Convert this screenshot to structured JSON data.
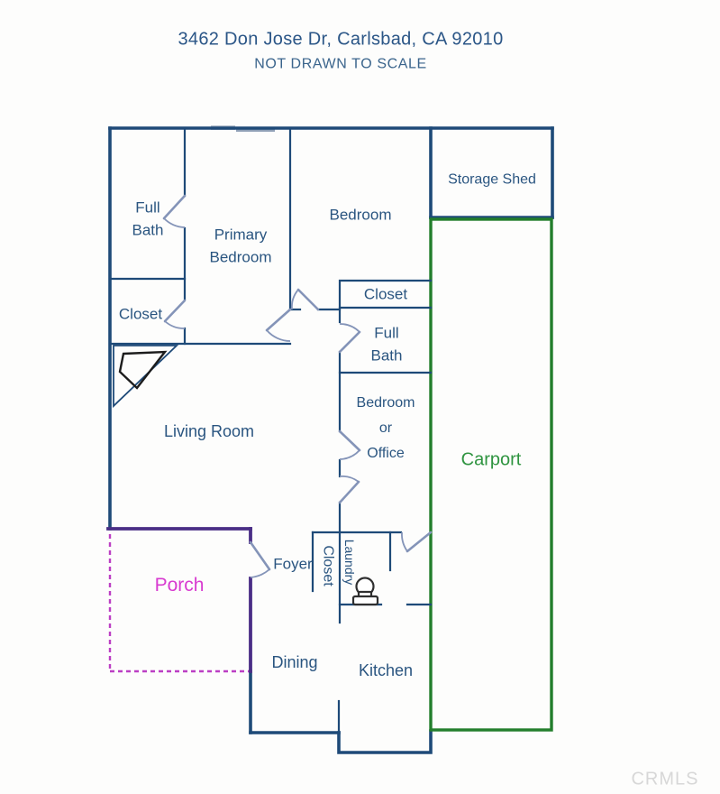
{
  "header": {
    "title": "3462 Don Jose Dr, Carlsbad, CA 92010",
    "subtitle": "NOT DRAWN TO SCALE"
  },
  "rooms": {
    "full_bath_left": "Full\nBath",
    "primary_bedroom": "Primary\nBedroom",
    "bedroom_top": "Bedroom",
    "storage_shed": "Storage Shed",
    "closet_left": "Closet",
    "closet_mid": "Closet",
    "full_bath_mid": "Full\nBath",
    "bedroom_or_office": "Bedroom\nor\nOffice",
    "carport": "Carport",
    "living_room": "Living Room",
    "porch": "Porch",
    "foyer": "Foyer",
    "closet_hall": "Closet",
    "laundry": "Laundry",
    "dining": "Dining",
    "kitchen": "Kitchen"
  },
  "watermark": "CRMLS",
  "colors": {
    "wall": "#1E4A78",
    "wall_text": "#2A5580",
    "title_text": "#2B5687",
    "subtitle_text": "#3A648C",
    "green": "#237E2C",
    "green_text": "#2F9440",
    "porch_solid": "#4A2E86",
    "porch_dash": "#BC3FC4",
    "porch_text": "#D83BD0",
    "door": "#8494B8"
  }
}
